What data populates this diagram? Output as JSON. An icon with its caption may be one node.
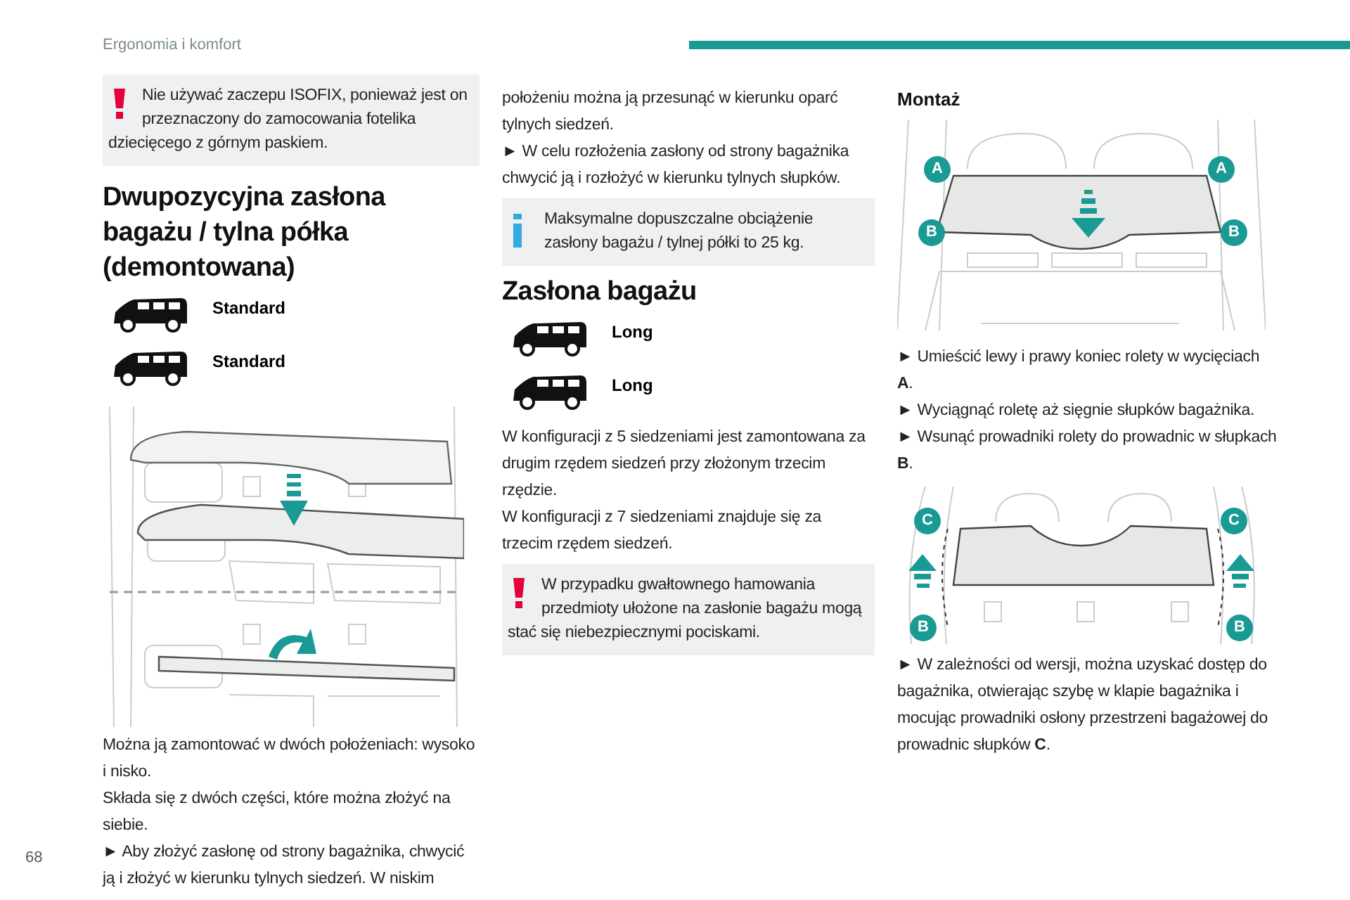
{
  "diagram": {
    "labels": [
      "Ergonomia i komfort",
      "68",
      "Nie używać zaczepu ISOFIX, ponieważ jest on przeznaczony do zamocowania fotelika dziecięcego z górnym paskiem.",
      "Dwupozycyjna zasłona bagażu / tylna półka (demontowana)",
      "Standard",
      "Standard",
      "Można ją zamontować w dwóch położeniach: wysoko i nisko.",
      "Składa się z dwóch części, które można złożyć na siebie.",
      "► Aby złożyć zasłonę od strony bagażnika, chwycić ją i złożyć w kierunku tylnych siedzeń. W niskim",
      "położeniu można ją przesunąć w kierunku oparć tylnych siedzeń.",
      "► W celu rozłożenia zasłony od strony bagażnika chwycić ją i rozłożyć w kierunku tylnych słupków.",
      "Maksymalne dopuszczalne obciążenie zasłony bagażu / tylnej półki to 25 kg.",
      "Zasłona bagażu",
      "Long",
      "Long",
      "W konfiguracji z 5 siedzeniami jest zamontowana za drugim rzędem siedzeń przy złożonym trzecim rzędzie.",
      "W konfiguracji z 7 siedzeniami znajduje się za trzecim rzędem siedzeń.",
      "W przypadku gwałtownego hamowania przedmioty ułożone na zasłonie bagażu mogą stać się niebezpiecznymi pociskami.",
      "Montaż",
      "A",
      "A",
      "B",
      "B",
      "► Umieścić lewy i prawy koniec rolety w wycięciach **A**.",
      "► Wyciągnąć roletę aż sięgnie słupków bagażnika.",
      "► Wsunąć prowadniki rolety do prowadnic w słupkach **B**.",
      "C",
      "C",
      "B",
      "B",
      "► W zależności od wersji, można uzyskać dostęp do bagażnika, otwierając szybę w klapie bagażnika i mocując prowadniki osłony przestrzeni bagażowej do prowadnic słupków **C**."
    ]
  }
}
